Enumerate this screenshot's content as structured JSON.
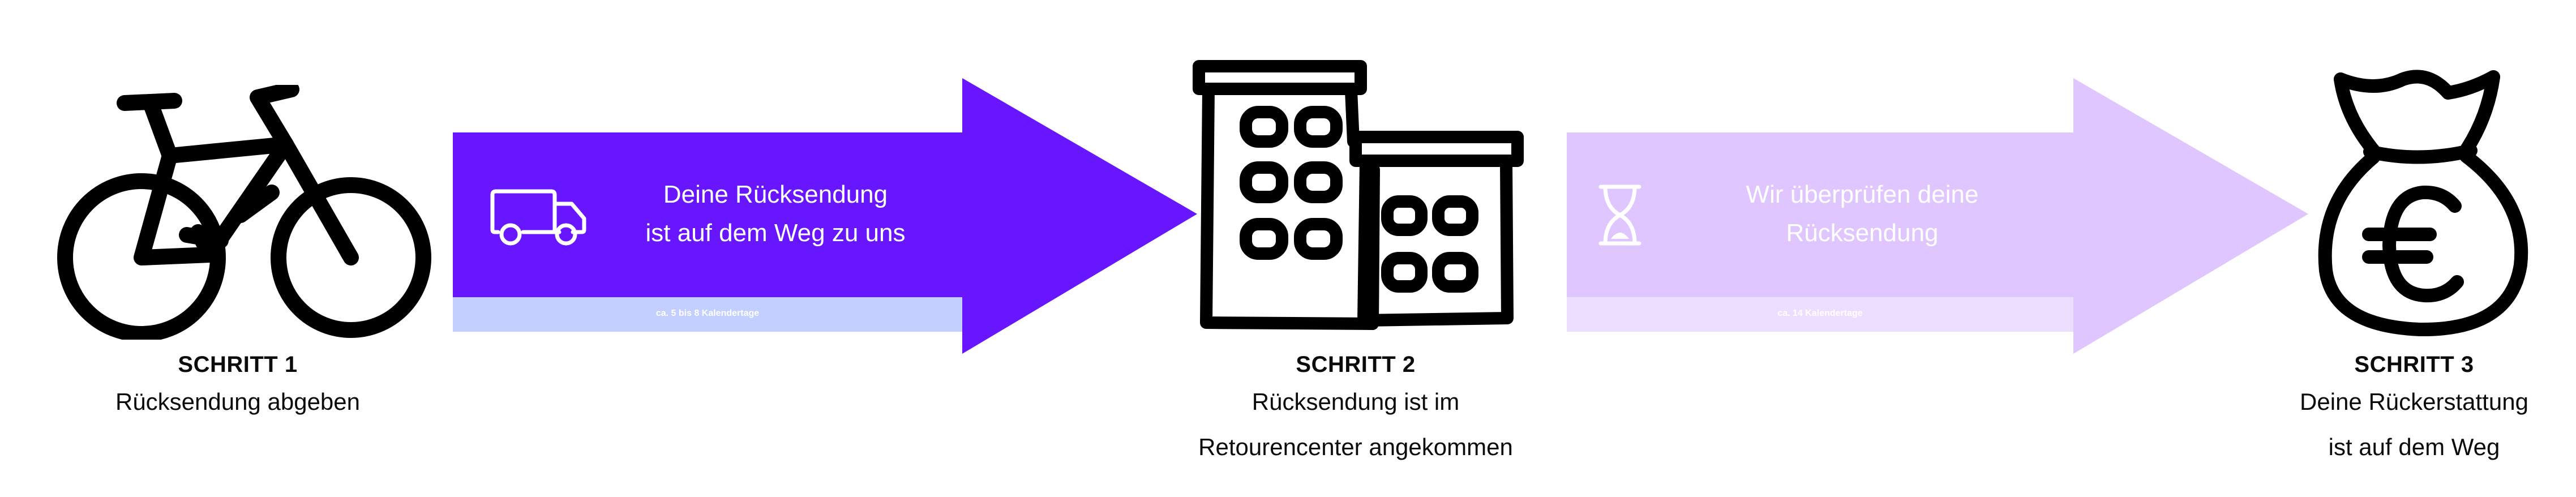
{
  "colors": {
    "arrow1": "#6716ff",
    "arrow1_band": "#c3cfff",
    "arrow2": "#dfc6ff",
    "arrow2_band": "#ecdeff",
    "icon_stroke": "#000000"
  },
  "steps": [
    {
      "label": "SCHRITT 1",
      "lines": [
        "Rücksendung abgeben"
      ],
      "icon": "bicycle-icon"
    },
    {
      "label": "SCHRITT 2",
      "lines": [
        "Rücksendung ist im",
        "Retourencenter angekommen"
      ],
      "icon": "building-icon"
    },
    {
      "label": "SCHRITT 3",
      "lines": [
        "Deine Rückerstattung",
        "ist auf dem Weg"
      ],
      "icon": "euro-money-bag-icon"
    }
  ],
  "arrows": [
    {
      "lines": [
        "Deine Rücksendung",
        "ist auf dem Weg zu uns"
      ],
      "duration": "ca. 5 bis 8 Kalendertage",
      "icon": "truck-icon"
    },
    {
      "lines": [
        "Wir überprüfen deine",
        "Rücksendung"
      ],
      "duration": "ca. 14 Kalendertage",
      "icon": "hourglass-icon"
    }
  ]
}
